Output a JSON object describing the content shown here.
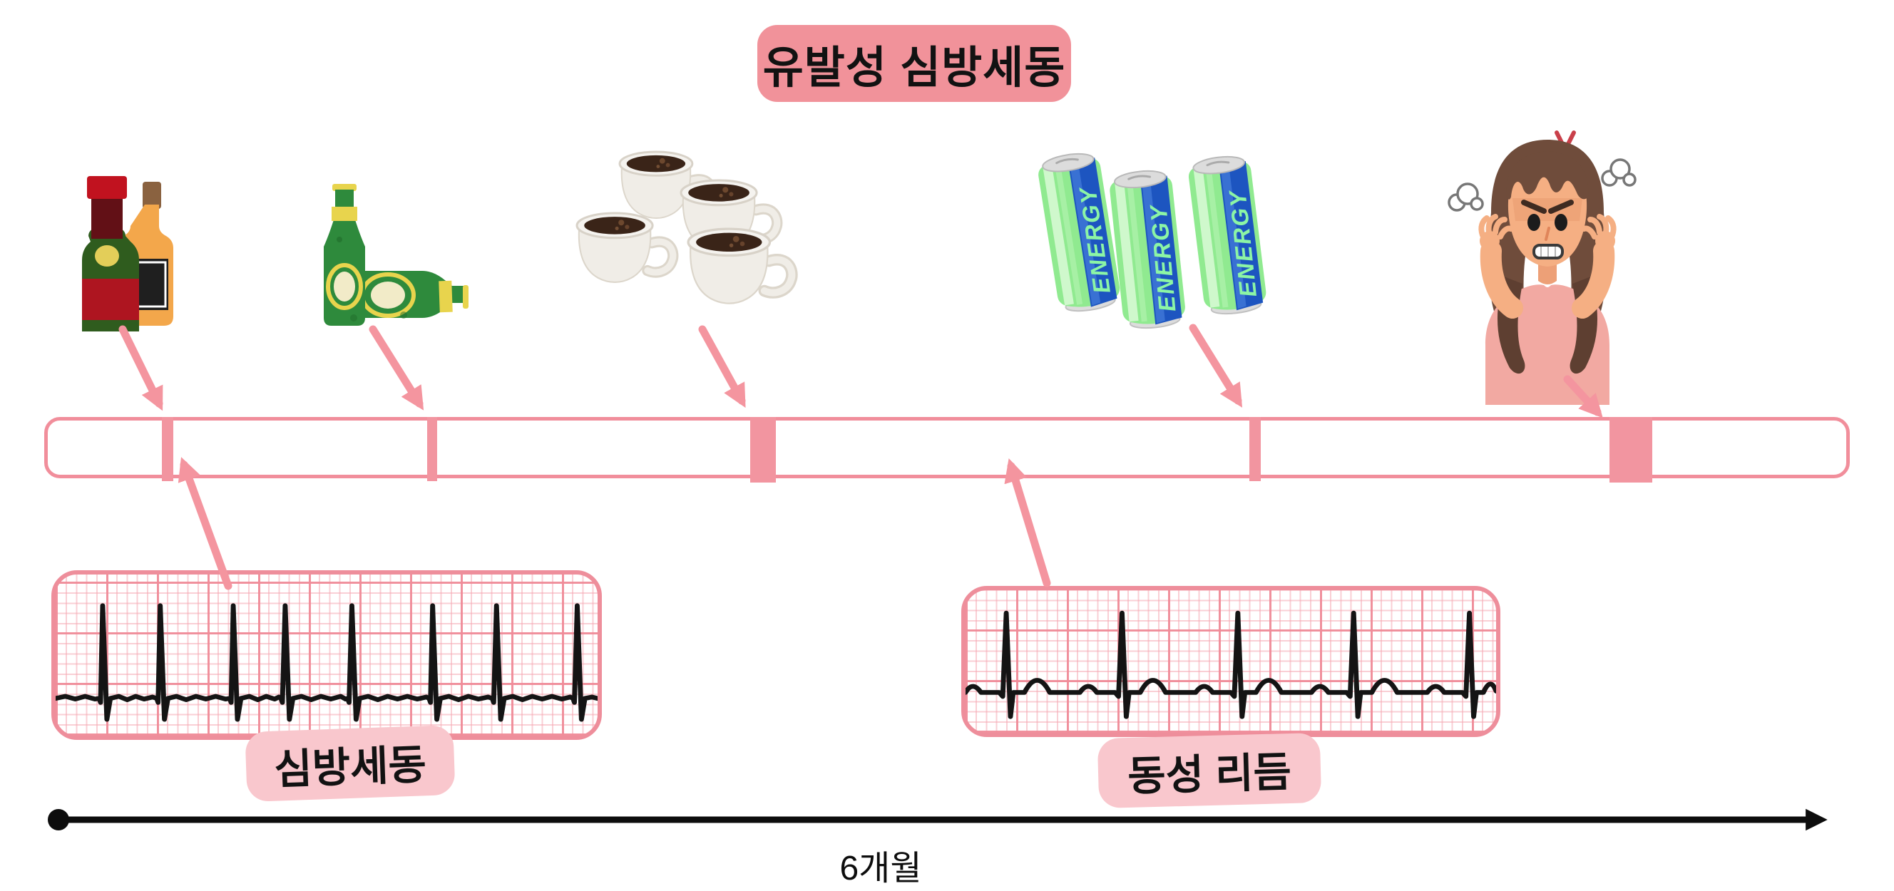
{
  "title": {
    "text": "유발성 심방세동"
  },
  "triggers": {
    "energy_can_label": "ENERGY",
    "icons": [
      "liquor-bottles-icon",
      "beer-bottles-icon",
      "coffee-cups-icon",
      "energy-drink-cans-icon",
      "angry-woman-icon"
    ]
  },
  "timeline": {
    "duration_label": "6개월",
    "tick_count": 5
  },
  "ecg_left": {
    "label": "심방세동"
  },
  "ecg_right": {
    "label": "동성 리듬"
  },
  "colors": {
    "accent_pink": "#f4959f",
    "title_box_pink": "#f1929a",
    "label_box_pink": "#f9c7cd",
    "grid_pink": "#f08c99",
    "tick_pink": "#f295a0",
    "trace_black": "#141414",
    "axis_black": "#0d0d0d"
  }
}
